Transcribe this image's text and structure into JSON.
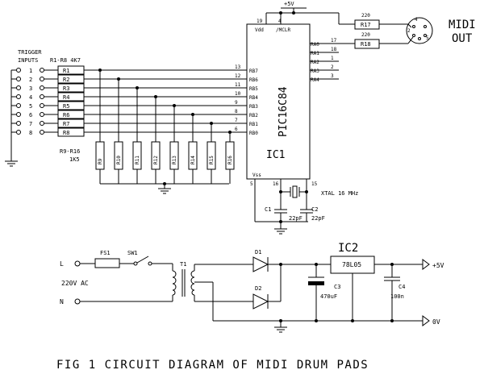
{
  "labels": {
    "supply_top": "+5V",
    "midi_out_1": "MIDI",
    "midi_out_2": "OUT",
    "trigger_1": "TRIGGER",
    "trigger_2": "INPUTS",
    "r1_r8": "R1-R8 4K7",
    "r9_r16": "R9-R16",
    "r9_r16_val": "1K5",
    "ic1": "IC1",
    "ic1_part": "PIC16C84",
    "vdd": "Vdd",
    "mclr": "/MCLR",
    "vss": "Vss",
    "xtal": "XTAL 16 MHz",
    "cap_c1": "C1",
    "cap_c2": "C2",
    "cap_22pf_a": "22pF",
    "cap_22pf_b": "22pF",
    "ic2": "IC2",
    "ic2_part": "78L05",
    "fs1": "FS1",
    "sw1": "SW1",
    "t1": "T1",
    "d1": "D1",
    "d2": "D2",
    "c3": "C3",
    "c3_val": "470uF",
    "c4": "C4",
    "c4_val": "100n",
    "out_5v": "+5V",
    "out_0v": "0V",
    "ac_in": "220V AC",
    "line": "L",
    "neutral": "N",
    "caption": "FIG 1 CIRCUIT DIAGRAM OF MIDI DRUM PADS"
  },
  "trigger_numbers": [
    "1",
    "2",
    "3",
    "4",
    "5",
    "6",
    "7",
    "8"
  ],
  "r_input": [
    "R1",
    "R2",
    "R3",
    "R4",
    "R5",
    "R6",
    "R7",
    "R8"
  ],
  "r_pulldown": [
    "R9",
    "R10",
    "R11",
    "R12",
    "R13",
    "R14",
    "R15",
    "R16"
  ],
  "port_b": [
    {
      "pin": "13",
      "name": "RB7"
    },
    {
      "pin": "12",
      "name": "RB6"
    },
    {
      "pin": "11",
      "name": "RB5"
    },
    {
      "pin": "10",
      "name": "RB4"
    },
    {
      "pin": "9",
      "name": "RB3"
    },
    {
      "pin": "8",
      "name": "RB2"
    },
    {
      "pin": "7",
      "name": "RB1"
    },
    {
      "pin": "6",
      "name": "RB0"
    }
  ],
  "port_a": [
    {
      "pin": "17",
      "name": "RA0"
    },
    {
      "pin": "18",
      "name": "RA1"
    },
    {
      "pin": "1",
      "name": "RA2"
    },
    {
      "pin": "2",
      "name": "RA3"
    },
    {
      "pin": "3",
      "name": "RA4"
    }
  ],
  "pins": {
    "vdd": "19",
    "mclr": "4",
    "vss": "5",
    "osc1": "16",
    "osc2": "15"
  },
  "midi_resistors": [
    {
      "name": "R17",
      "value": "220"
    },
    {
      "name": "R18",
      "value": "220"
    }
  ],
  "din_pins": [
    "4",
    "2",
    "5"
  ]
}
